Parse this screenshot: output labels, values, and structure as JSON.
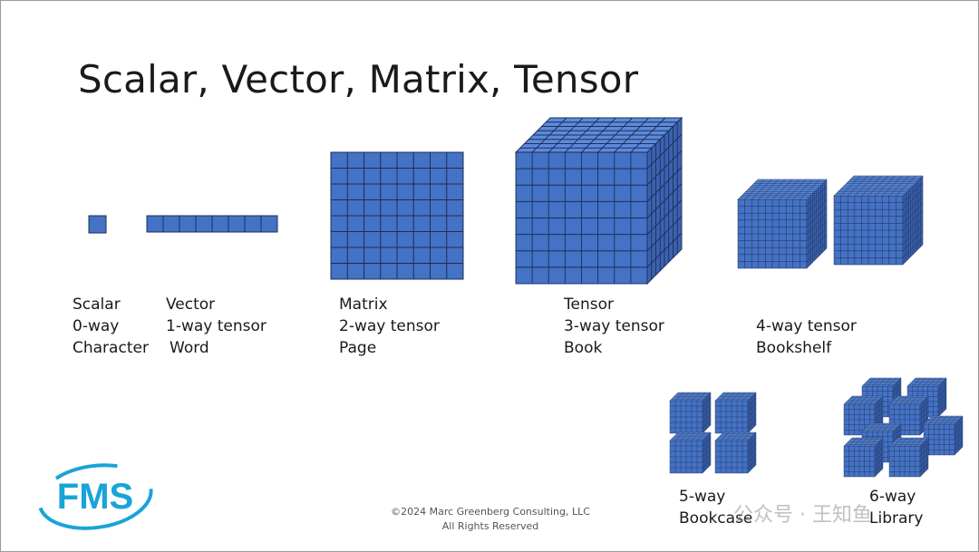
{
  "slide": {
    "title": "Scalar, Vector, Matrix, Tensor",
    "labels": {
      "scalar": [
        "Scalar",
        "0-way",
        "Character"
      ],
      "vector": [
        "Vector",
        "1-way tensor",
        "Word"
      ],
      "matrix": [
        "Matrix",
        "2-way tensor",
        "Page"
      ],
      "tensor": [
        "Tensor",
        "3-way tensor",
        "Book"
      ],
      "four_way": [
        "4-way tensor",
        "Bookshelf"
      ],
      "five_way": [
        "5-way",
        "Bookcase"
      ],
      "six_way": [
        "6-way",
        "Library"
      ]
    },
    "footer": {
      "line1": "©2024 Marc Greenberg Consulting, LLC",
      "line2": "All Rights Reserved"
    },
    "logo_text": "FMS",
    "watermark": "公众号 · 王知鱼"
  },
  "colors": {
    "cell_fill": "#4472c4",
    "cell_top": "#5b8bdc",
    "cell_side": "#3a63b0",
    "grid_line": "#1f2d57",
    "logo": "#1aa3d9"
  },
  "icons": {
    "logo": "fms-logo"
  }
}
